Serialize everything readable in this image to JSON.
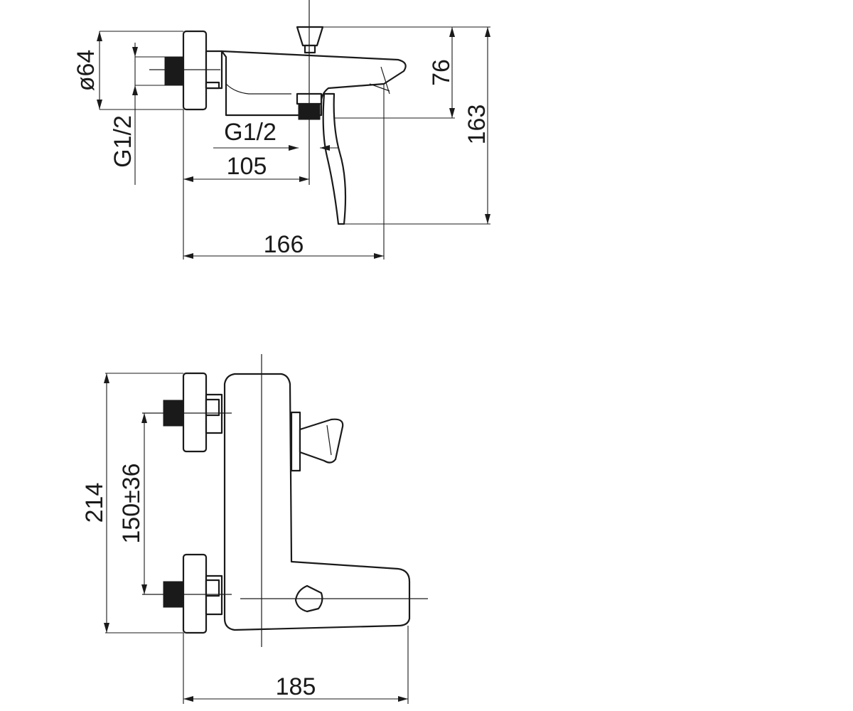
{
  "side_view": {
    "dimensions": {
      "diameter": "ø64",
      "inlet_thread": "G1/2",
      "outlet_thread": "G1/2",
      "outlet_offset": "105",
      "depth": "166",
      "spout_height": "76",
      "total_height": "163"
    }
  },
  "front_view": {
    "dimensions": {
      "height": "214",
      "inlet_spacing": "150±36",
      "width": "185"
    }
  },
  "colors": {
    "line": "#1a1a1a",
    "background": "#ffffff"
  }
}
